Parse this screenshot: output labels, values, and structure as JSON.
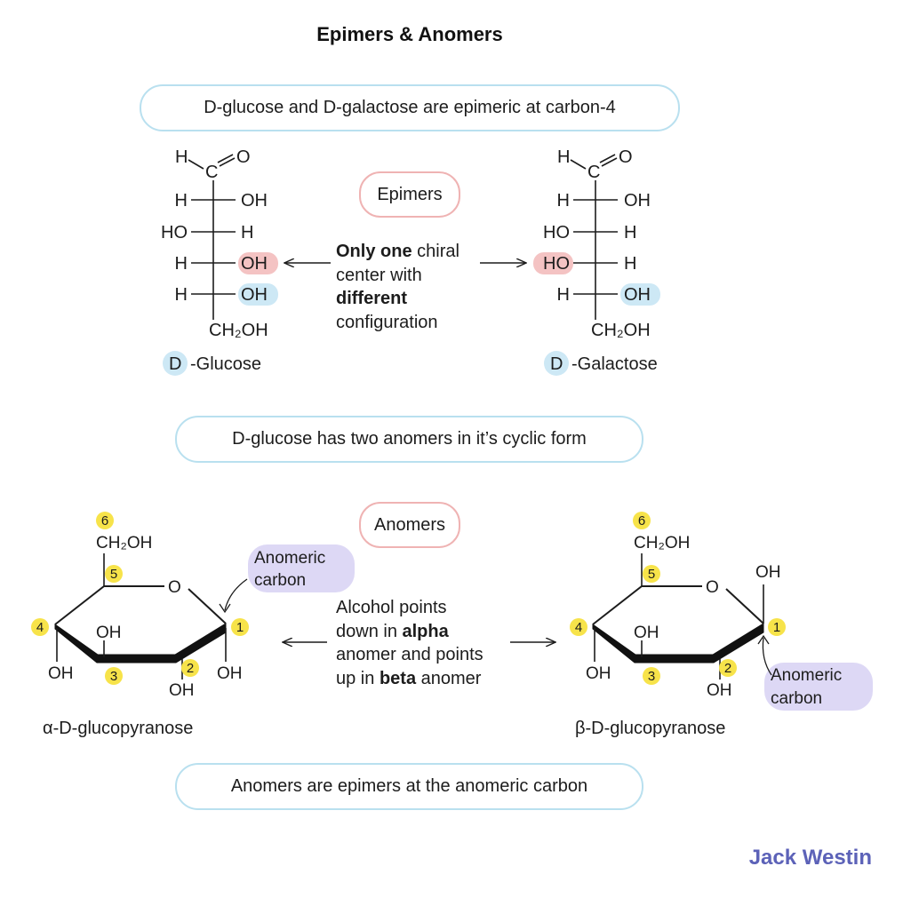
{
  "title": "Epimers & Anomers",
  "epimer_statement": "D-glucose and D-galactose are epimeric at carbon-4",
  "epimers_label": "Epimers",
  "epimer_explanation": {
    "line1_bold": "Only one",
    "line1_rest": " chiral",
    "line2": "center with",
    "line3_bold": "different",
    "line4": "configuration"
  },
  "glucose": {
    "aldehyde_h": "H",
    "aldehyde_c": "C",
    "aldehyde_o": "O",
    "rows": [
      {
        "left": "H",
        "right": "OH"
      },
      {
        "left": "HO",
        "right": "H"
      },
      {
        "left": "H",
        "right": "OH"
      },
      {
        "left": "H",
        "right": "OH"
      }
    ],
    "bottom_group": "CH₂OH",
    "d_letter": "D",
    "name_suffix": "-Glucose"
  },
  "galactose": {
    "aldehyde_h": "H",
    "aldehyde_c": "C",
    "aldehyde_o": "O",
    "rows": [
      {
        "left": "H",
        "right": "OH"
      },
      {
        "left": "HO",
        "right": "H"
      },
      {
        "left": "HO",
        "right": "H"
      },
      {
        "left": "H",
        "right": "OH"
      }
    ],
    "bottom_group": "CH₂OH",
    "d_letter": "D",
    "name_suffix": "-Galactose"
  },
  "anomer_statement": "D-glucose has two anomers in it’s cyclic form",
  "anomers_label": "Anomers",
  "anomer_explanation": {
    "line1": "Alcohol points",
    "line2_pre": "down in ",
    "line2_bold": "alpha",
    "line3": "anomer and points",
    "line4_pre": "up in ",
    "line4_bold": "beta",
    "line4_post": " anomer"
  },
  "alpha": {
    "ch2oh": "CH₂OH",
    "ring_o": "O",
    "c4_oh": "OH",
    "c3_oh": "OH",
    "c2_oh": "OH",
    "c1_oh": "OH",
    "numbers": [
      "1",
      "2",
      "3",
      "4",
      "5",
      "6"
    ],
    "anomeric_label_1": "Anomeric",
    "anomeric_label_2": "carbon",
    "name": "α-D-glucopyranose"
  },
  "beta": {
    "ch2oh": "CH₂OH",
    "ring_o": "O",
    "c4_oh": "OH",
    "c3_oh": "OH",
    "c2_oh": "OH",
    "c1_oh": "OH",
    "numbers": [
      "1",
      "2",
      "3",
      "4",
      "5",
      "6"
    ],
    "anomeric_label_1": "Anomeric",
    "anomeric_label_2": "carbon",
    "name": "β-D-glucopyranose"
  },
  "final_statement": "Anomers are epimers at the anomeric carbon",
  "brand": "Jack Westin",
  "colors": {
    "pill_blue_border": "#b9e0ef",
    "pill_red_border": "#efb3b3",
    "highlight_red": "#f4c3c3",
    "highlight_blue": "#cde8f5",
    "number_badge": "#f7e34a",
    "anomeric_bubble": "#ddd8f5",
    "brand": "#5c62b8"
  }
}
